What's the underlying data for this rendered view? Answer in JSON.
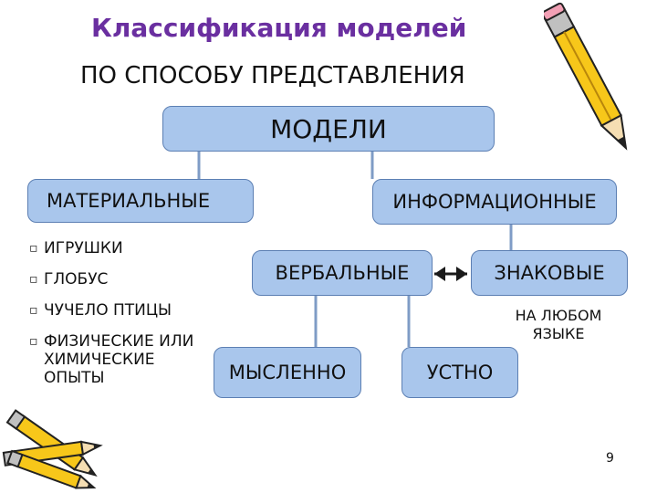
{
  "title": "Классификация моделей",
  "subtitle": "ПО СПОСОБУ ПРЕДСТАВЛЕНИЯ",
  "nodes": {
    "models": "МОДЕЛИ",
    "material": "МАТЕРИАЛЬНЫЕ",
    "informational": "ИНФОРМАЦИОННЫЕ",
    "verbal": "ВЕРБАЛЬНЫЕ",
    "sign": "ЗНАКОВЫЕ",
    "mental": "МЫСЛЕННО",
    "oral": "УСТНО"
  },
  "material_examples": [
    "ИГРУШКИ",
    "ГЛОБУС",
    "ЧУЧЕЛО ПТИЦЫ",
    "ФИЗИЧЕСКИЕ ИЛИ ХИМИЧЕСКИЕ ОПЫТЫ"
  ],
  "sign_note": "НА ЛЮБОМ ЯЗЫКЕ",
  "page_number": "9",
  "icons": [
    "pencil-icon",
    "pencils-group-icon",
    "bullet-icon",
    "double-arrow-icon"
  ],
  "colors": {
    "box_fill": "#a9c6ec",
    "box_border": "#5c7fb3",
    "title": "#6a2fa0",
    "connector": "#7f9cc6"
  }
}
